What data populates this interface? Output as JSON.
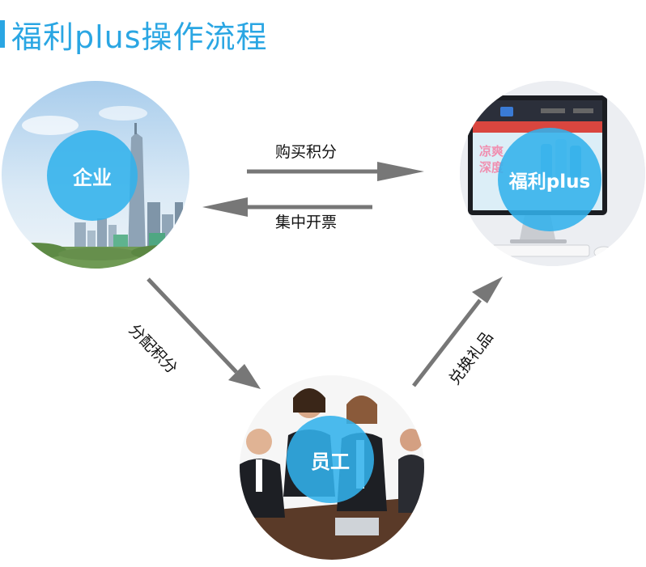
{
  "title": "福利plus操作流程",
  "nodes": {
    "enterprise": "企业",
    "platform": "福利plus",
    "employee": "员工"
  },
  "platform_screen": {
    "promo_line1": "凉爽",
    "promo_line2": "深度"
  },
  "edges": {
    "buy_points": "购买积分",
    "invoice": "集中开票",
    "allocate_points": "分配积分",
    "redeem_gifts": "兑换礼品"
  },
  "colors": {
    "accent": "#2aa6e3",
    "badge": "#32b2ec",
    "arrow": "#777777"
  }
}
